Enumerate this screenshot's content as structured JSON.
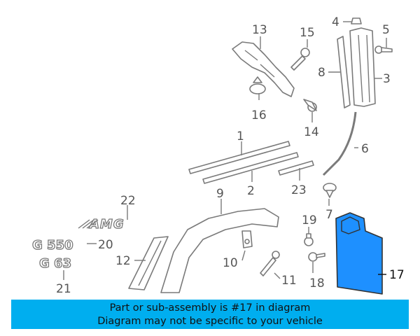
{
  "callouts": {
    "c1": "1",
    "c2": "2",
    "c3": "3",
    "c4": "4",
    "c5": "5",
    "c6": "6",
    "c7": "7",
    "c8": "8",
    "c9": "9",
    "c10": "10",
    "c11": "11",
    "c12": "12",
    "c13": "13",
    "c14": "14",
    "c15": "15",
    "c16": "16",
    "c17": "17",
    "c18": "18",
    "c19": "19",
    "c20": "20",
    "c21": "21",
    "c22": "22",
    "c23": "23"
  },
  "badges": {
    "amg": "AMG",
    "g550": "G 550",
    "g63": "G 63"
  },
  "highlight": {
    "part": "17",
    "color": "#1e90ff"
  },
  "banner": {
    "line1": "Part or sub-assembly is #17 in diagram",
    "line2": "Diagram may not be specific to your vehicle",
    "color": "#00aeef"
  }
}
